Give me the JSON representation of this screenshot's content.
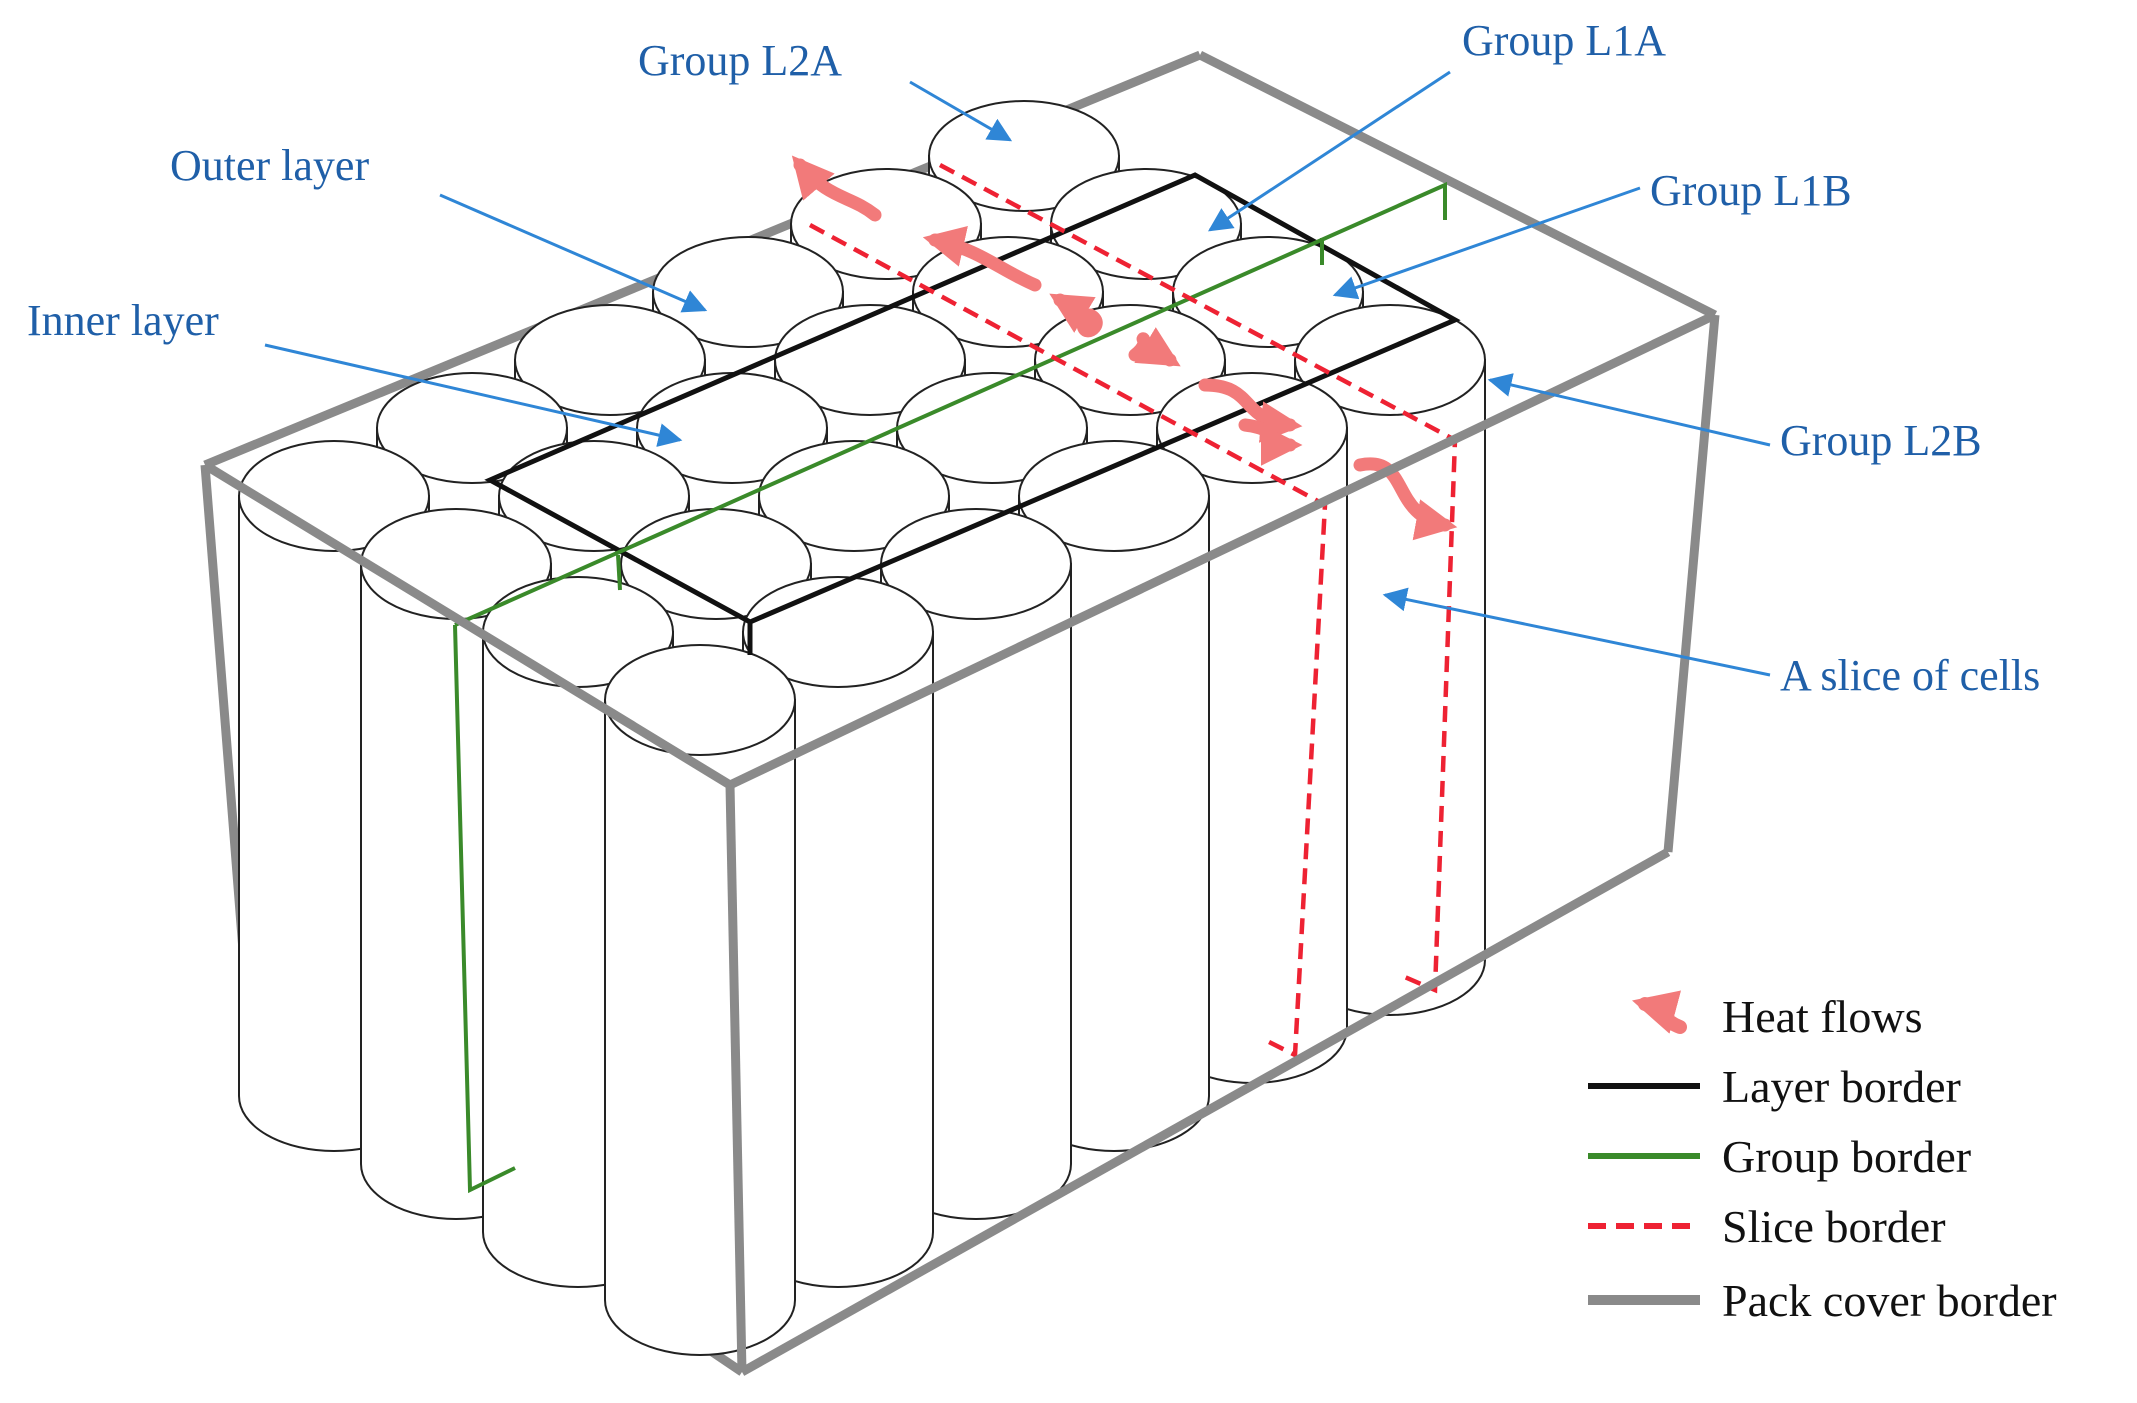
{
  "colors": {
    "callout_text": "#1f5fa8",
    "callout_arrow": "#2f86d6",
    "heat_flow": "#f27a7a",
    "layer_border": "#111111",
    "group_border": "#3a8a2a",
    "slice_border": "#ee2233",
    "pack_cover_border": "#8a8a8a",
    "cell_fill": "#ffffff",
    "cell_outline": "#222222"
  },
  "callouts": {
    "group_l2a": "Group L2A",
    "group_l1a": "Group L1A",
    "outer_layer": "Outer layer",
    "group_l1b": "Group L1B",
    "inner_layer": "Inner layer",
    "group_l2b": "Group L2B",
    "slice_of_cells": "A slice of cells"
  },
  "legend": {
    "heat_flows": "Heat flows",
    "layer_border": "Layer border",
    "group_border": "Group border",
    "slice_border": "Slice border",
    "pack_cover_border": "Pack cover border"
  },
  "grid": {
    "rows": 4,
    "cols": 6
  }
}
